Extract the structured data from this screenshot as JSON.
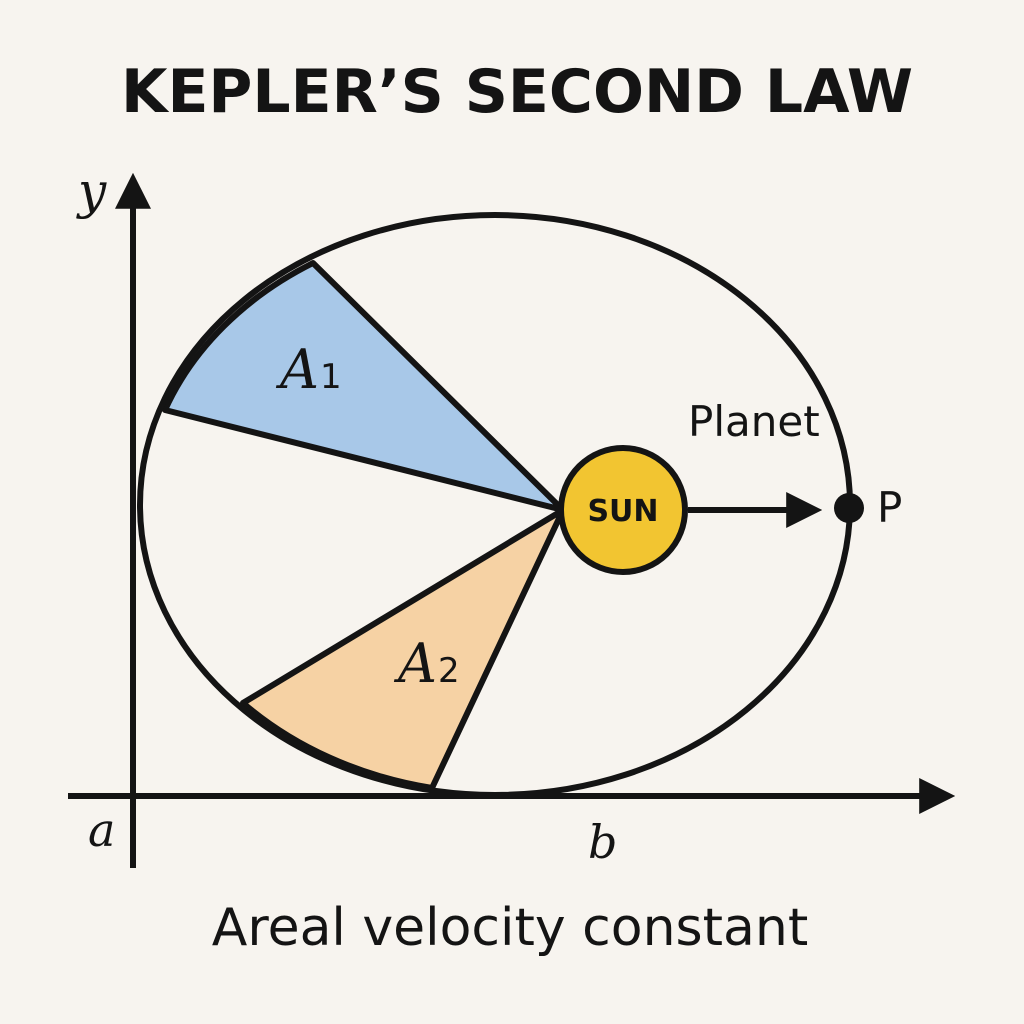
{
  "title": "KEPLER’S SECOND LAW",
  "caption": "Areal velocity constant",
  "axes": {
    "y_label": "y",
    "origin_label": "a",
    "x_label": "b"
  },
  "sun": {
    "label": "SUN",
    "color": "#f2c531"
  },
  "planet": {
    "label": "Planet",
    "point_label": "P"
  },
  "areas": {
    "a1": {
      "symbol": "A",
      "subscript": "1",
      "color": "#a8c8e8"
    },
    "a2": {
      "symbol": "A",
      "subscript": "2",
      "color": "#f6d2a4"
    }
  }
}
